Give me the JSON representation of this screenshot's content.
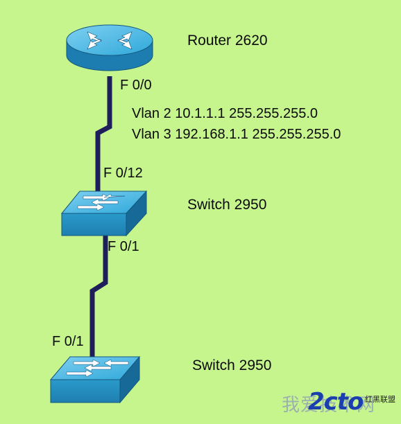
{
  "diagram": {
    "router": {
      "label": "Router 2620",
      "port": "F 0/0"
    },
    "vlans": [
      {
        "text": "Vlan 2 10.1.1.1 255.255.255.0"
      },
      {
        "text": "Vlan 3 192.168.1.1 255.255.255.0"
      }
    ],
    "switch1": {
      "label": "Switch 2950",
      "port_up": "F 0/12",
      "port_down": "F 0/1"
    },
    "switch2": {
      "label": "Switch 2950",
      "port": "F 0/1"
    }
  },
  "watermark": {
    "chinese": "我爱技术网",
    "logo": "2cto",
    "small": "红黑联盟"
  },
  "colors": {
    "background": "#C6F58E",
    "device_blue": "#29A3D6",
    "device_dark": "#1C6FA0",
    "link": "#1E1E5A"
  }
}
